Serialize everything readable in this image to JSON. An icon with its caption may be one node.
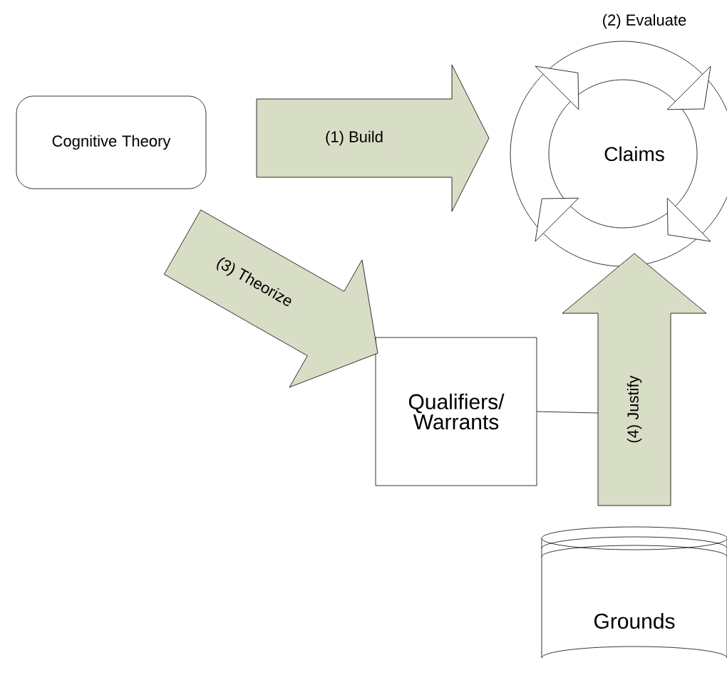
{
  "diagram": {
    "nodes": [
      {
        "text": [
          "Cognitive Theory"
        ]
      },
      {
        "text": [
          "Claims"
        ],
        "beside": [
          "(2) Evaluate"
        ]
      },
      {
        "text": [
          "Qualifiers/ Warrants"
        ]
      },
      {
        "text": [
          "Grounds"
        ]
      }
    ],
    "edges": [
      {
        "from": 0,
        "to": 1,
        "arrow": "to",
        "label": "(1) Build"
      },
      {
        "from": 0,
        "to": 2,
        "arrow": "to",
        "label": "(3) Theorize"
      },
      {
        "from": 3,
        "to": 1,
        "arrow": "to",
        "label": "(4) Justify"
      },
      {
        "from": 2,
        "to": null,
        "arrow": "none"
      }
    ]
  }
}
